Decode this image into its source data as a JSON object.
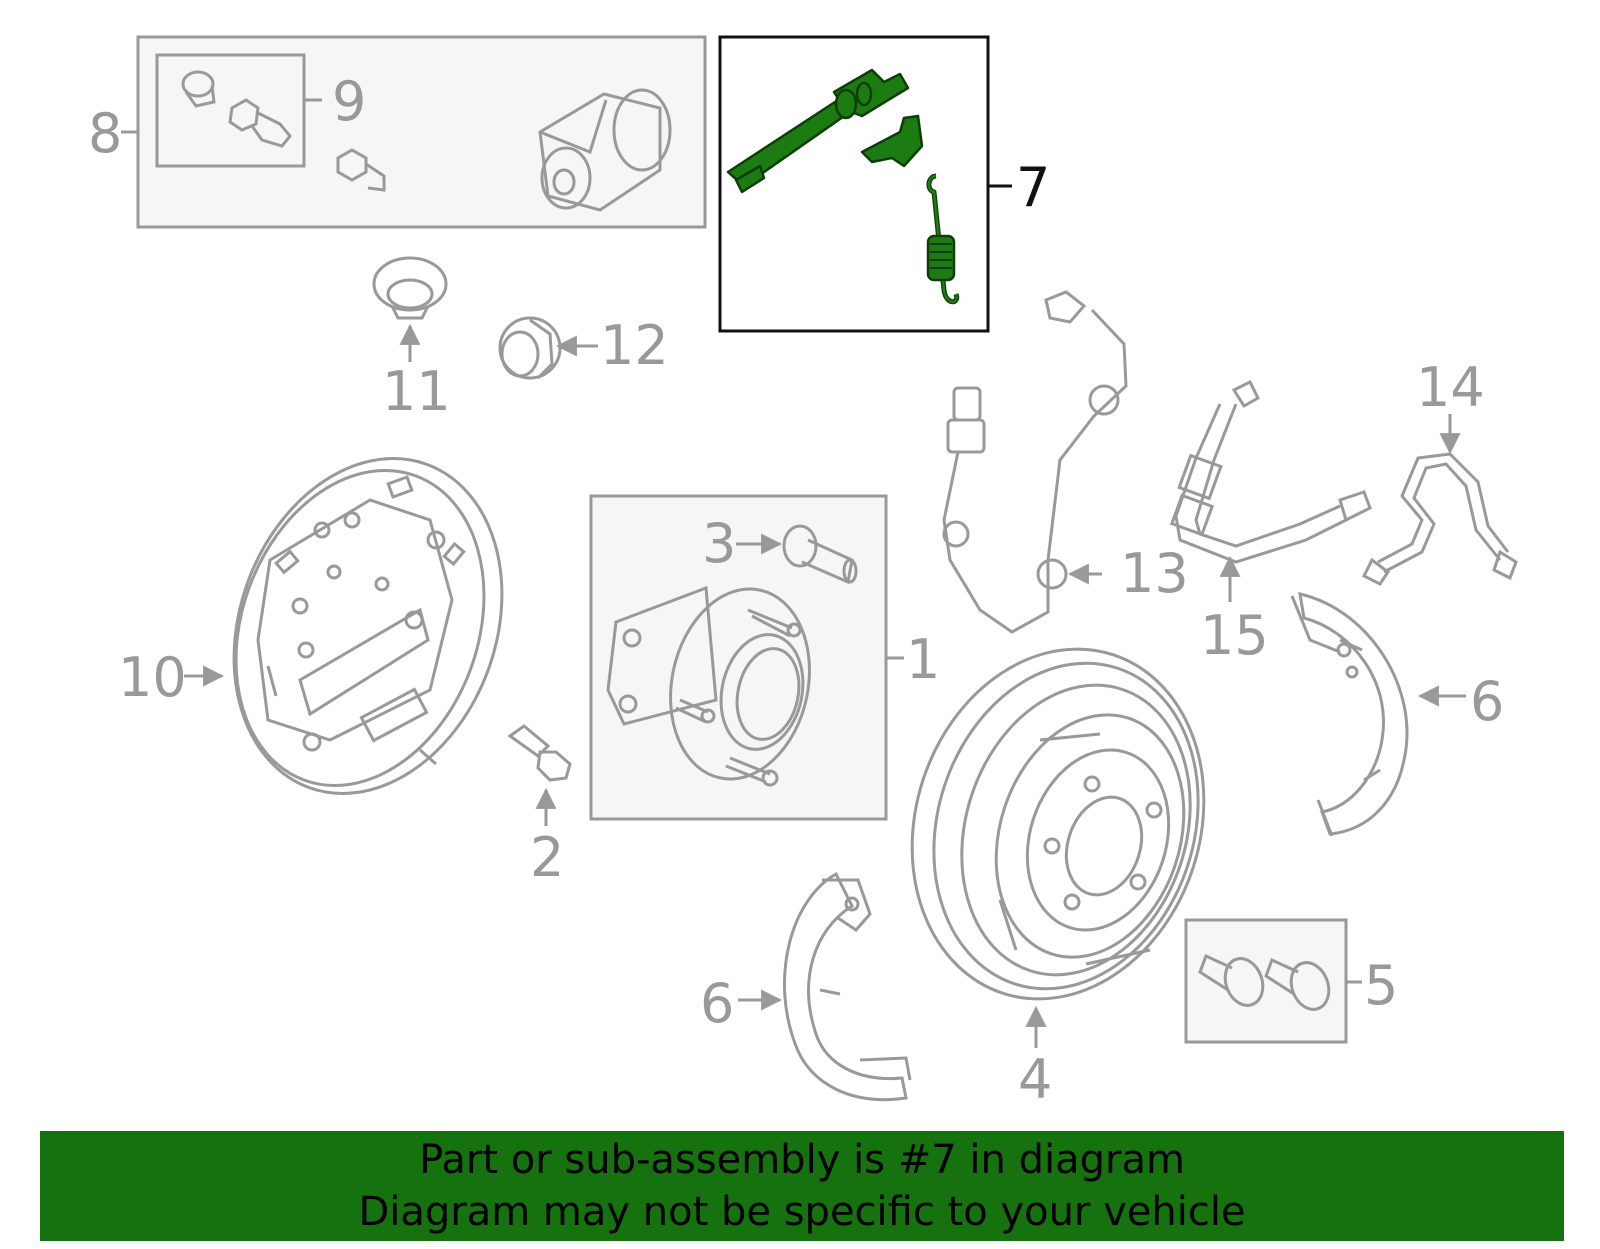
{
  "diagram": {
    "highlight_part": "7",
    "colors": {
      "line": "#999999",
      "box_fill": "#f6f6f6",
      "highlight": "#1c7c12",
      "highlight_box": "#111111",
      "banner": "#15720f"
    },
    "callouts": {
      "c1": "1",
      "c2": "2",
      "c3": "3",
      "c4": "4",
      "c5": "5",
      "c6a": "6",
      "c6b": "6",
      "c7": "7",
      "c8": "8",
      "c9": "9",
      "c10": "10",
      "c11": "11",
      "c12": "12",
      "c13": "13",
      "c14": "14",
      "c15": "15"
    }
  },
  "banner": {
    "line1": "Part or sub-assembly is #7 in diagram",
    "line2": "Diagram may not be specific to your vehicle"
  }
}
